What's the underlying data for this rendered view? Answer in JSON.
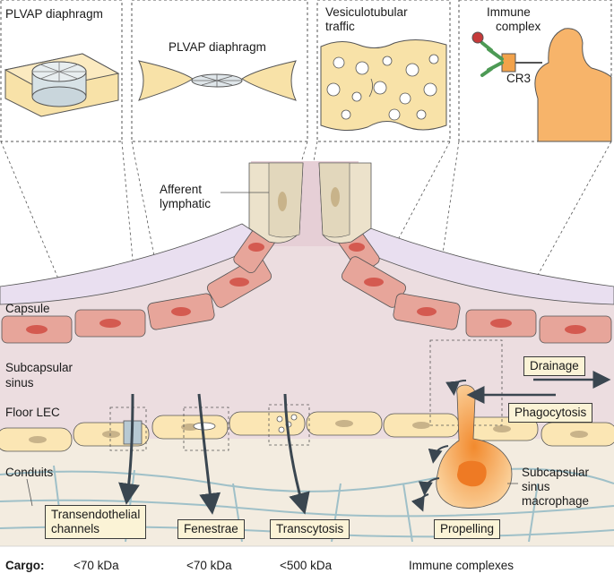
{
  "insets": {
    "plvap1": "PLVAP diaphragm",
    "plvap2": "PLVAP diaphragm",
    "vesiculo": [
      "Vesiculotubular",
      "traffic"
    ],
    "immune": [
      "Immune",
      "complex"
    ],
    "cr3": "CR3"
  },
  "labels": {
    "afferent": [
      "Afferent",
      "lymphatic"
    ],
    "capsule": "Capsule",
    "sinus": [
      "Subcapsular",
      "sinus"
    ],
    "floor_lec": "Floor LEC",
    "conduits": "Conduits",
    "macrophage": [
      "Subcapsular",
      "sinus",
      "macrophage"
    ]
  },
  "boxes": {
    "drainage": "Drainage",
    "phagocytosis": "Phagocytosis",
    "transendothelial": [
      "Transendothelial",
      "channels"
    ],
    "fenestrae": "Fenestrae",
    "transcytosis": "Transcytosis",
    "propelling": "Propelling"
  },
  "cargo": {
    "title": "Cargo:",
    "items": [
      "<70 kDa",
      "<70 kDa",
      "<500 kDa",
      "Immune complexes"
    ]
  },
  "colors": {
    "capsule": "#e9dff0",
    "sinus": "#ecdde0",
    "cell_fill": "#fbe6b4",
    "capsule_cell": "#e7a59a",
    "conduit": "#9fc0c8",
    "macrophage": "#f7b46a",
    "box_fill": "#fbf3d6"
  }
}
